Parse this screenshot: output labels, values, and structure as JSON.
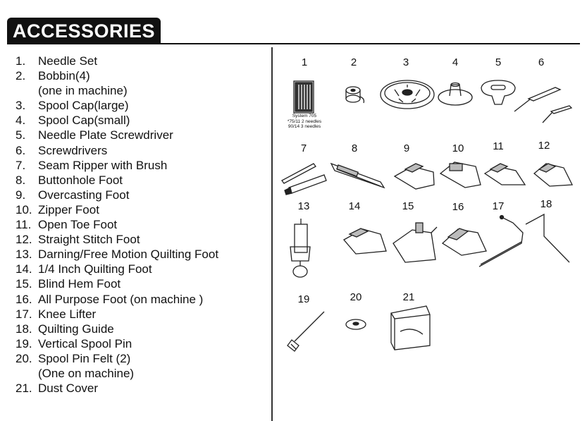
{
  "header": {
    "title": "ACCESSORIES"
  },
  "list": [
    {
      "num": "1.",
      "label": "Needle Set"
    },
    {
      "num": "2.",
      "label": "Bobbin(4)",
      "cont": "(one in machine)"
    },
    {
      "num": "3.",
      "label": "Spool Cap(large)"
    },
    {
      "num": "4.",
      "label": "Spool Cap(small)"
    },
    {
      "num": "5.",
      "label": "Needle Plate Screwdriver"
    },
    {
      "num": "6.",
      "label": "Screwdrivers"
    },
    {
      "num": "7.",
      "label": "Seam Ripper with Brush"
    },
    {
      "num": "8.",
      "label": "Buttonhole Foot"
    },
    {
      "num": "9.",
      "label": "Overcasting Foot"
    },
    {
      "num": "10.",
      "label": "Zipper Foot"
    },
    {
      "num": "11.",
      "label": "Open Toe Foot"
    },
    {
      "num": "12.",
      "label": "Straight Stitch Foot"
    },
    {
      "num": "13.",
      "label": "Darning/Free Motion Quilting Foot"
    },
    {
      "num": "14.",
      "label": "1/4 Inch Quilting Foot"
    },
    {
      "num": "15.",
      "label": "Blind Hem Foot"
    },
    {
      "num": "16.",
      "label": "All Purpose Foot (on machine )"
    },
    {
      "num": "17.",
      "label": "Knee Lifter"
    },
    {
      "num": "18.",
      "label": "Quilting Guide"
    },
    {
      "num": "19.",
      "label": "Vertical Spool Pin"
    },
    {
      "num": "20.",
      "label": "Spool Pin Felt (2)",
      "cont": "(One on machine)"
    },
    {
      "num": "21.",
      "label": "Dust Cover"
    }
  ],
  "figures": {
    "numbers": [
      "1",
      "2",
      "3",
      "4",
      "5",
      "6",
      "7",
      "8",
      "9",
      "10",
      "11",
      "12",
      "13",
      "14",
      "15",
      "16",
      "17",
      "18",
      "19",
      "20",
      "21"
    ],
    "needle_pack": {
      "line1": "System 705",
      "line2": "*75/11   2 needles",
      "line3": "90/14   3 needles"
    }
  }
}
